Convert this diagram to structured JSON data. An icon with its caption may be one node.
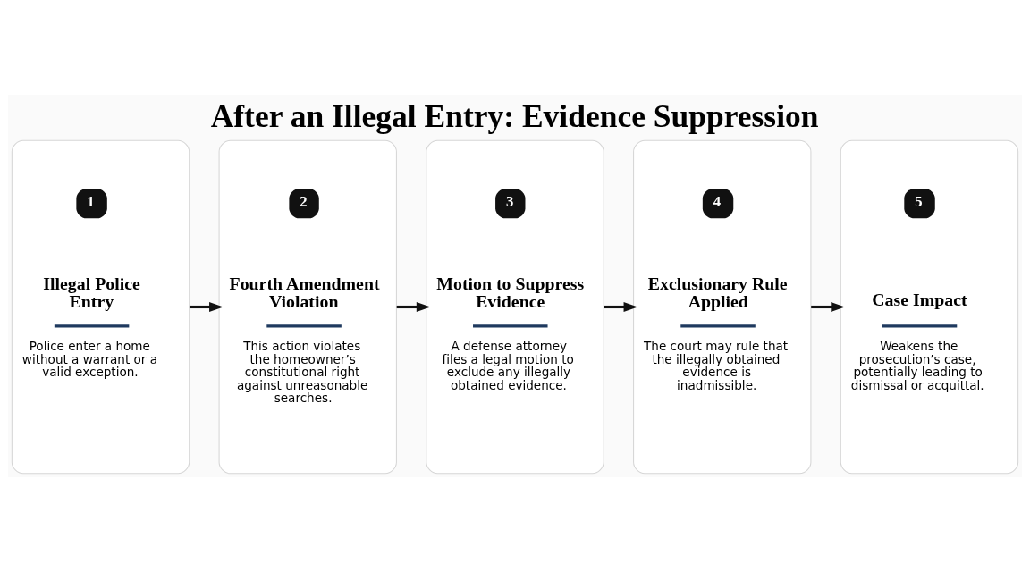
{
  "diagram": {
    "title": "After an Illegal Entry: Evidence Suppression",
    "nodes": [
      {
        "text": [
          "1",
          "Illegal Police Entry",
          "Police enter a home without a warrant or a valid exception."
        ]
      },
      {
        "text": [
          "2",
          "Fourth Amendment Violation",
          "This action violates the homeowner’s constitutional right against unreasonable searches."
        ]
      },
      {
        "text": [
          "3",
          "Motion to Suppress Evidence",
          "A defense attorney files a legal motion to exclude any illegally obtained evidence."
        ]
      },
      {
        "text": [
          "4",
          "Exclusionary Rule Applied",
          "The court may rule that the illegally obtained evidence is inadmissible."
        ]
      },
      {
        "text": [
          "5",
          "Case Impact",
          "Weakens the prosecution’s case, potentially leading to dismissal or acquittal."
        ]
      }
    ],
    "edges": [
      {
        "from": 0,
        "to": 1,
        "arrow": "to"
      },
      {
        "from": 1,
        "to": 2,
        "arrow": "to"
      },
      {
        "from": 2,
        "to": 3,
        "arrow": "to"
      },
      {
        "from": 3,
        "to": 4,
        "arrow": "to"
      }
    ]
  }
}
